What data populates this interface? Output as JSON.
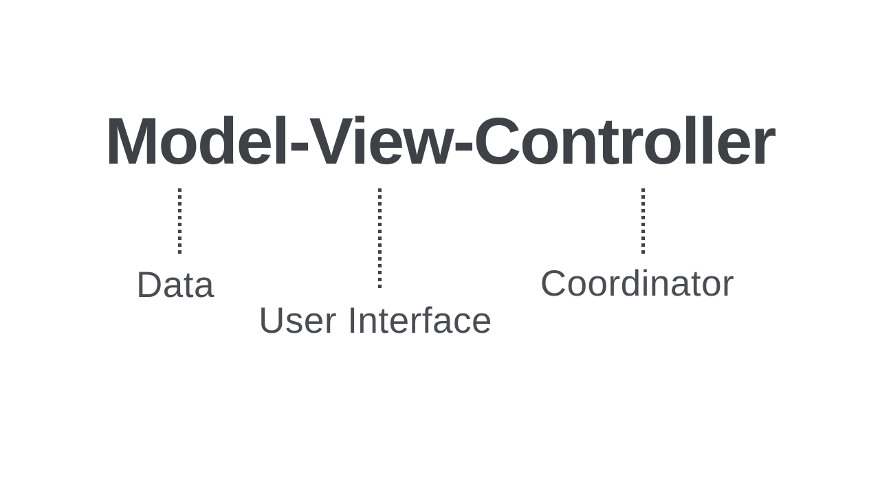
{
  "diagram": {
    "title": "Model-View-Controller",
    "annotations": [
      {
        "term": "Model",
        "label": "Data"
      },
      {
        "term": "View",
        "label": "User Interface"
      },
      {
        "term": "Controller",
        "label": "Coordinator"
      }
    ]
  },
  "colors": {
    "background": "#ffffff",
    "title": "#3e4247",
    "label": "#4a4e53",
    "connector": "#3f4347"
  }
}
